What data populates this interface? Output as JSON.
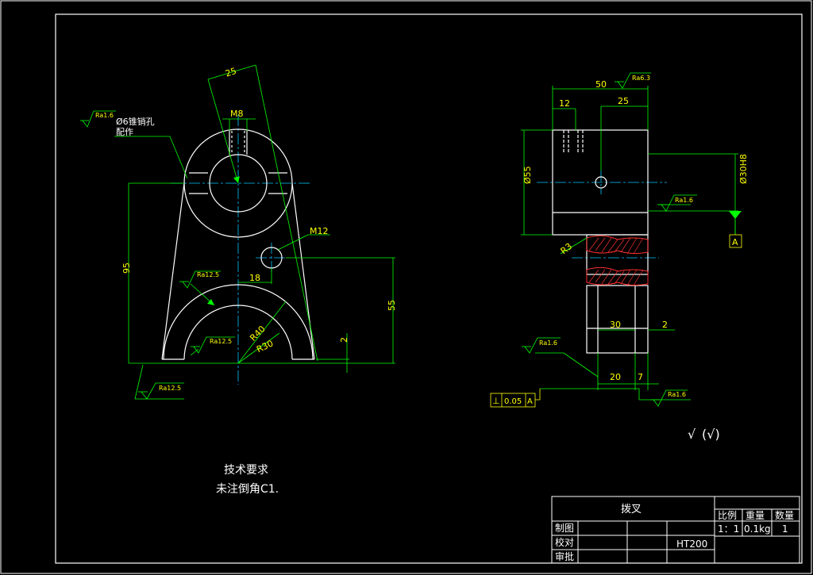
{
  "colors": {
    "background": "#000000",
    "part_line": "#ffffff",
    "dimension_line": "#00ff00",
    "dimension_text": "#ffff00",
    "center_line": "#00c8ff",
    "hatch": "#ff3030",
    "chinese_text": "#ffffff"
  },
  "left_view": {
    "dim_25": "25",
    "dim_m8": "M8",
    "dim_m12": "M12",
    "dim_95": "95",
    "dim_18": "18",
    "dim_55": "55",
    "dim_2": "2",
    "dim_r40": "R40",
    "dim_r30": "R30",
    "note_hole": "Ø6锥销孔",
    "note_hole2": "配作",
    "ra_top": "Ra1.6",
    "ra_mid": "Ra12.5",
    "ra_inner": "Ra12.5",
    "ra_bottom": "Ra12.5"
  },
  "right_view": {
    "dim_50": "50",
    "dim_12": "12",
    "dim_25": "25",
    "dim_d55": "Ø55",
    "dim_d30": "Ø30H8",
    "dim_r3": "R3",
    "dim_30": "30",
    "dim_2": "2",
    "dim_20": "20",
    "dim_7": "7",
    "ra_top": "Ra6.3",
    "ra_right": "Ra1.6",
    "ra_left": "Ra1.6",
    "ra_bottom": "Ra1.6",
    "datum": "A",
    "tol_symbol": "⊥",
    "tol_value": "0.05",
    "tol_datum": "A"
  },
  "general_roughness": {
    "symbol": "√",
    "paren": "(√)"
  },
  "tech_req": {
    "title": "技术要求",
    "line1": "未注倒角C1."
  },
  "title_block": {
    "part_name": "拨叉",
    "material": "HT200",
    "col_scale": "比例",
    "col_weight": "重量",
    "col_qty": "数量",
    "val_scale": "1：1",
    "val_weight": "0.1kg",
    "val_qty": "1",
    "row_draw": "制图",
    "row_check": "校对",
    "row_approve": "审批"
  }
}
